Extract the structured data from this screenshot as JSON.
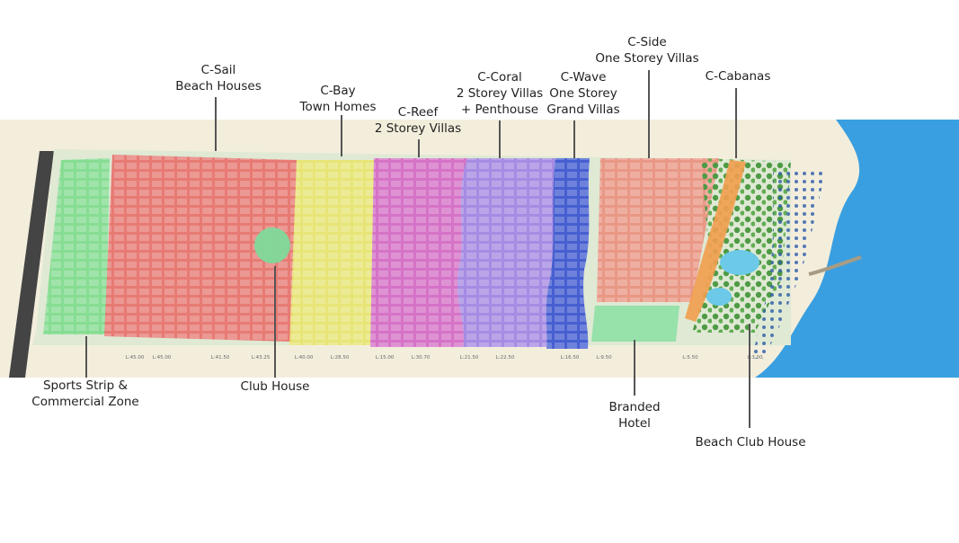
{
  "map": {
    "colors": {
      "sports": "#7ddc8c",
      "c_sail": "#e86b66",
      "c_bay": "#e8e46a",
      "c_reef": "#d45ec4",
      "c_coral": "#9a78e6",
      "c_wave": "#3550d0",
      "c_side": "#eb8a78",
      "c_cabanas": "#f0a050",
      "hotel": "#8fe0a6",
      "sea": "#3a9fe0",
      "sand": "#f3eedc",
      "greenery": "#6fb868",
      "club_house": "#7fd99a"
    }
  },
  "labels": {
    "c_sail": [
      "C-Sail",
      "Beach Houses"
    ],
    "c_bay": [
      "C-Bay",
      "Town Homes"
    ],
    "c_reef": [
      "C-Reef",
      "2 Storey Villas"
    ],
    "c_coral": [
      "C-Coral",
      "2 Storey Villas",
      "+ Penthouse"
    ],
    "c_wave": [
      "C-Wave",
      "One Storey",
      "Grand Villas"
    ],
    "c_side": [
      "C-Side",
      "One Storey Villas"
    ],
    "c_cabanas": [
      "C-Cabanas"
    ],
    "sports": [
      "Sports Strip &",
      "Commercial Zone"
    ],
    "club_house": [
      "Club House"
    ],
    "hotel": [
      "Branded",
      "Hotel"
    ],
    "beach_club": [
      "Beach Club House"
    ]
  },
  "road_markers": [
    "L:45.00",
    "L:45.00",
    "L:41.50",
    "L:43.25",
    "L:40.00",
    "L:28.50",
    "L:15.00",
    "L:30.70",
    "L:21.50",
    "L:22.50",
    "L:16.50",
    "L:9.50",
    "L:5.50",
    "L:3.00"
  ]
}
